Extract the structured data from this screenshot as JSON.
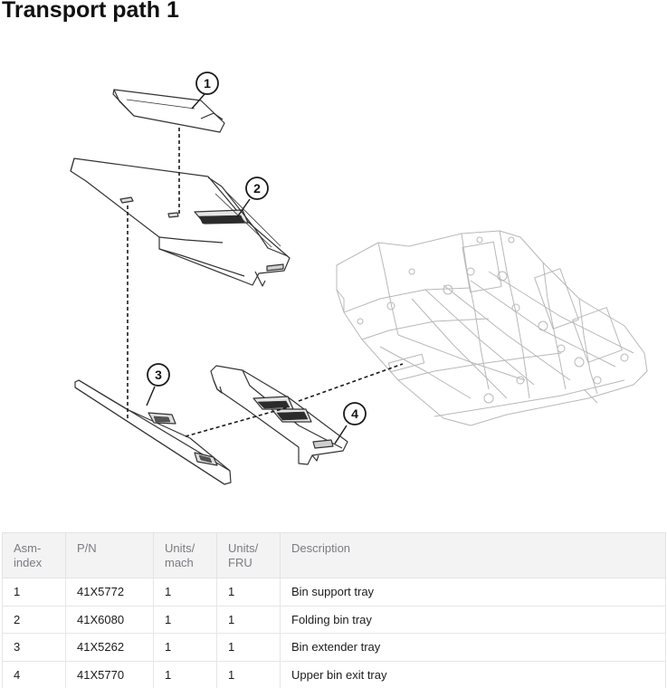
{
  "page": {
    "title": "Transport path 1"
  },
  "figure": {
    "callouts": [
      {
        "id": "callout-1",
        "label": "1"
      },
      {
        "id": "callout-2",
        "label": "2"
      },
      {
        "id": "callout-3",
        "label": "3"
      },
      {
        "id": "callout-4",
        "label": "4"
      }
    ]
  },
  "table": {
    "headers": {
      "asm": [
        "Asm-",
        "index"
      ],
      "pn": [
        "P/N"
      ],
      "units_mach": [
        "Units/",
        "mach"
      ],
      "units_fru": [
        "Units/",
        "FRU"
      ],
      "description": [
        "Description"
      ]
    },
    "rows": [
      {
        "asm": "1",
        "pn": "41X5772",
        "units_mach": "1",
        "units_fru": "1",
        "description": "Bin support tray"
      },
      {
        "asm": "2",
        "pn": "41X6080",
        "units_mach": "1",
        "units_fru": "1",
        "description": "Folding bin tray"
      },
      {
        "asm": "3",
        "pn": "41X5262",
        "units_mach": "1",
        "units_fru": "1",
        "description": "Bin extender tray"
      },
      {
        "asm": "4",
        "pn": "41X5770",
        "units_mach": "1",
        "units_fru": "1",
        "description": "Upper bin exit tray"
      }
    ]
  }
}
